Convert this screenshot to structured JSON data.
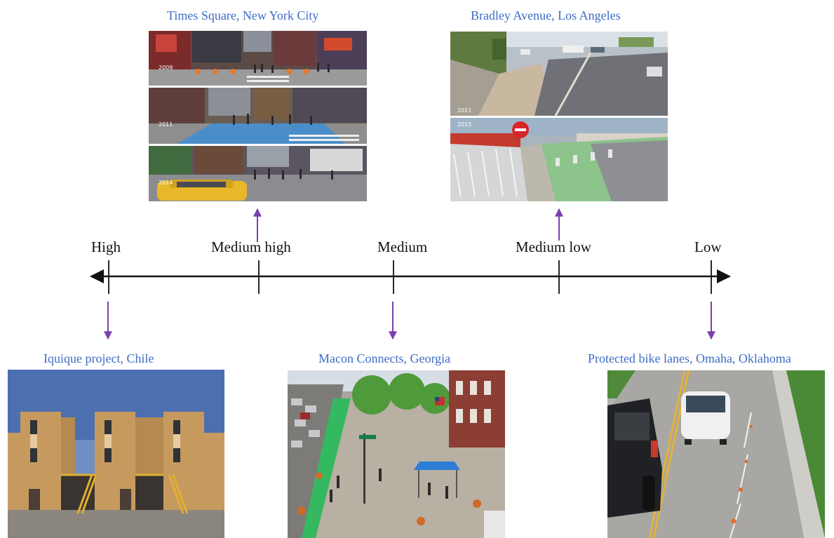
{
  "scale": {
    "levels": [
      "High",
      "Medium high",
      "Medium",
      "Medium low",
      "Low"
    ]
  },
  "examples": {
    "times_square": {
      "caption": "Times Square, New York City",
      "frames": [
        "2009",
        "2011",
        "2014"
      ]
    },
    "bradley": {
      "caption": "Bradley Avenue, Los Angeles",
      "frames": [
        "2011",
        "2015"
      ]
    },
    "iquique": {
      "caption": "Iquique project, Chile"
    },
    "macon": {
      "caption": "Macon Connects, Georgia"
    },
    "omaha": {
      "caption": "Protected bike lanes,  Omaha, Oklahoma"
    }
  },
  "colors": {
    "caption": "#3c6cc6",
    "arrow": "#7b3fb0",
    "axis": "#111111"
  }
}
